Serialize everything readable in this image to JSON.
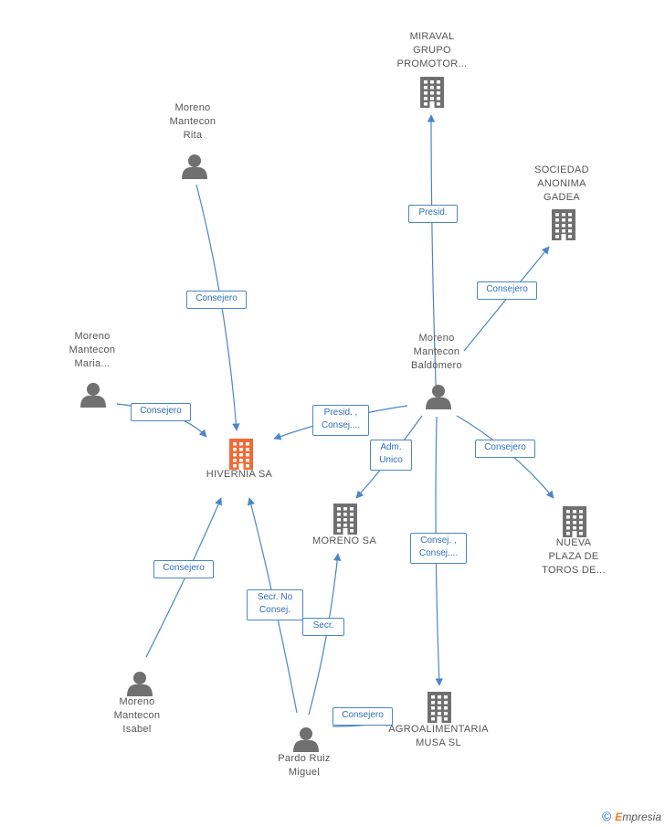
{
  "nodes": [
    {
      "id": "miraval",
      "type": "company",
      "lines": [
        "MIRAVAL",
        "GRUPO",
        "PROMOTOR..."
      ]
    },
    {
      "id": "sociedad",
      "type": "company",
      "lines": [
        "SOCIEDAD",
        "ANONIMA",
        "GADEA"
      ]
    },
    {
      "id": "rita",
      "type": "person",
      "lines": [
        "Moreno",
        "Mantecon",
        "Rita"
      ]
    },
    {
      "id": "maria",
      "type": "person",
      "lines": [
        "Moreno",
        "Mantecon",
        "Maria..."
      ]
    },
    {
      "id": "baldomero",
      "type": "person",
      "lines": [
        "Moreno",
        "Mantecon",
        "Baldomero"
      ]
    },
    {
      "id": "hivernia",
      "type": "company-main",
      "lines": [
        "HIVERNIA SA"
      ]
    },
    {
      "id": "morenosa",
      "type": "company",
      "lines": [
        "MORENO SA"
      ]
    },
    {
      "id": "nueva",
      "type": "company",
      "lines": [
        "NUEVA",
        "PLAZA DE",
        "TOROS DE..."
      ]
    },
    {
      "id": "isabel",
      "type": "person",
      "lines": [
        "Moreno",
        "Mantecon",
        "Isabel"
      ]
    },
    {
      "id": "agro",
      "type": "company",
      "lines": [
        "AGROALIMENTARIA",
        "MUSA SL"
      ]
    },
    {
      "id": "pardo",
      "type": "person",
      "lines": [
        "Pardo Ruiz",
        "Miguel"
      ]
    }
  ],
  "edges": [
    {
      "from": "baldomero",
      "to": "miraval",
      "label": [
        "Presid."
      ]
    },
    {
      "from": "baldomero",
      "to": "sociedad",
      "label": [
        "Consejero"
      ]
    },
    {
      "from": "rita",
      "to": "hivernia",
      "label": [
        "Consejero"
      ]
    },
    {
      "from": "maria",
      "to": "hivernia",
      "label": [
        "Consejero"
      ]
    },
    {
      "from": "baldomero",
      "to": "hivernia",
      "label": [
        "Presid. ,",
        "Consej...."
      ]
    },
    {
      "from": "baldomero",
      "to": "morenosa",
      "label": [
        "Adm.",
        "Unico"
      ]
    },
    {
      "from": "baldomero",
      "to": "nueva",
      "label": [
        "Consejero"
      ]
    },
    {
      "from": "baldomero",
      "to": "agro",
      "label": [
        "Consej. ,",
        "Consej...."
      ]
    },
    {
      "from": "isabel",
      "to": "hivernia",
      "label": [
        "Consejero"
      ]
    },
    {
      "from": "pardo",
      "to": "hivernia",
      "label": [
        "Secr.  No",
        "Consej."
      ]
    },
    {
      "from": "pardo",
      "to": "morenosa",
      "label": [
        "Secr."
      ]
    },
    {
      "from": "pardo",
      "to": "agro",
      "label": [
        "Consejero"
      ]
    }
  ],
  "colors": {
    "edge": "#4a86c8",
    "company": "#707070",
    "main_company": "#f26a36",
    "person": "#707070"
  },
  "footer": {
    "copyright": "©",
    "brand_first": "E",
    "brand_rest": "mpresia"
  }
}
